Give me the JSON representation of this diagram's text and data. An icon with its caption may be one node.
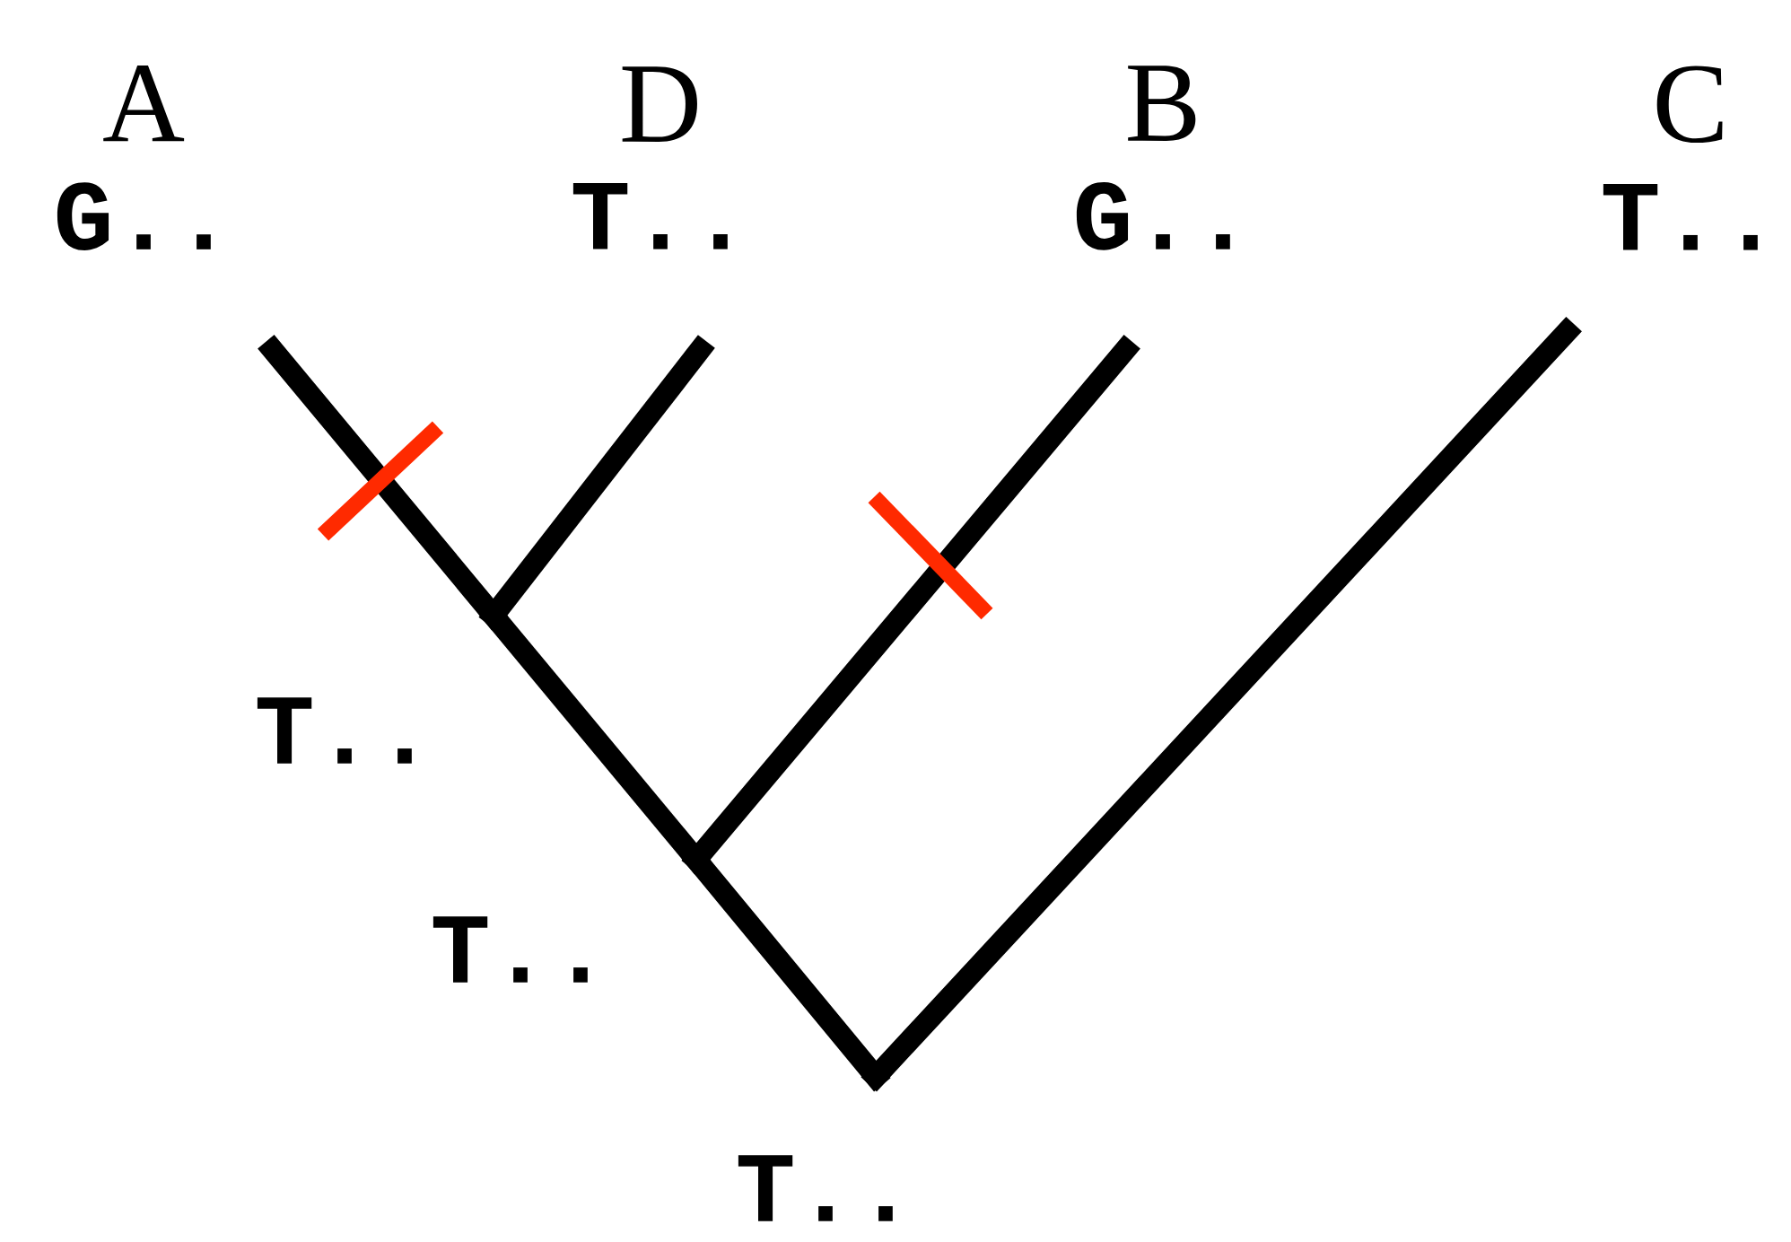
{
  "diagram": {
    "nodes": [
      {
        "text": [
          "A",
          "G.."
        ]
      },
      {
        "text": [
          "D",
          "T.."
        ]
      },
      {
        "text": [
          "B",
          "G.."
        ]
      },
      {
        "text": [
          "C",
          "T.."
        ]
      },
      {
        "text": [],
        "shape": "point",
        "beside": [
          "T.."
        ]
      },
      {
        "text": [],
        "shape": "point",
        "beside": [
          "T.."
        ]
      },
      {
        "text": [],
        "shape": "point",
        "beside": [
          "T.."
        ]
      }
    ],
    "edges": [
      {
        "from": 4,
        "to": 0,
        "arrow": "none"
      },
      {
        "from": 4,
        "to": 1,
        "arrow": "none"
      },
      {
        "from": 5,
        "to": 4,
        "arrow": "none"
      },
      {
        "from": 5,
        "to": 2,
        "arrow": "none"
      },
      {
        "from": 6,
        "to": 5,
        "arrow": "none"
      },
      {
        "from": 6,
        "to": 3,
        "arrow": "none"
      }
    ]
  }
}
